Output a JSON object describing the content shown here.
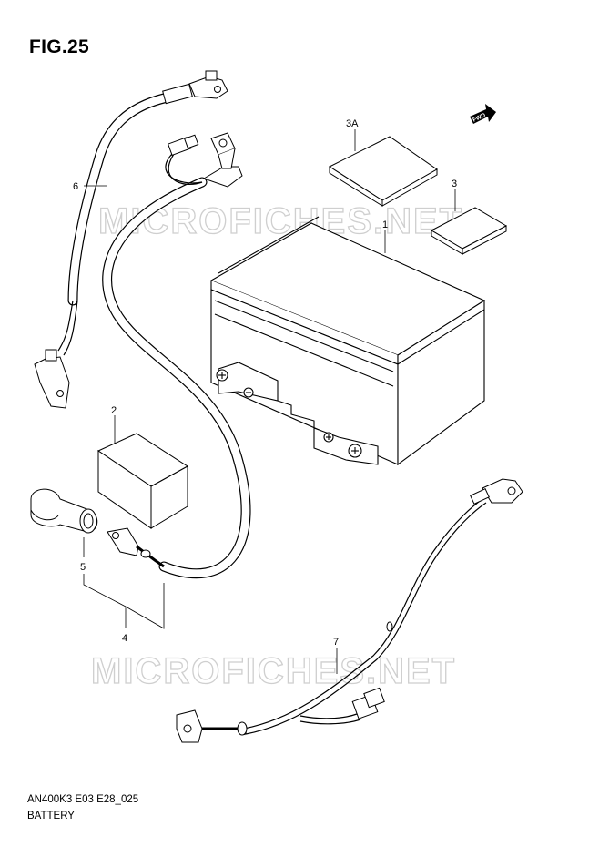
{
  "figure": {
    "title": "FIG.25",
    "code": "AN400K3 E03 E28_025",
    "name": "BATTERY"
  },
  "watermark": {
    "text": "MICROFICHES.NET",
    "color": "#d6d6d6"
  },
  "fwd_label": "FWD",
  "callouts": {
    "p1": "1",
    "p2": "2",
    "p3": "3",
    "p3a": "3A",
    "p4": "4",
    "p5": "5",
    "p6": "6",
    "p7": "7"
  },
  "colors": {
    "line": "#000000",
    "background": "#ffffff"
  }
}
